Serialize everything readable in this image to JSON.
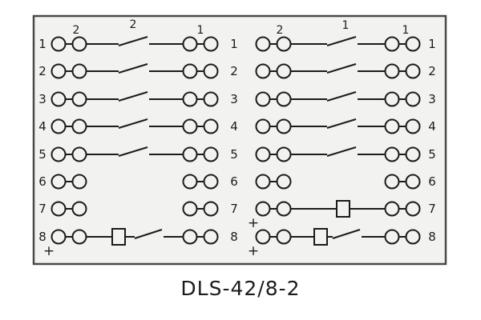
{
  "title": "DLS-42/8-2",
  "colors": {
    "page_bg": "#ffffff",
    "panel": "#f2f2f1",
    "panel_border": "#4a4a4a",
    "line": "#1c1c1c"
  },
  "terminal_numbers": [
    "1",
    "2",
    "3",
    "4",
    "5",
    "6",
    "7",
    "8"
  ],
  "blocks": [
    {
      "id": "left",
      "rows": [
        {
          "type": "switch",
          "tags": [
            {
              "pos": "c2",
              "t": "2"
            },
            {
              "pos": "sw",
              "t": "2"
            },
            {
              "pos": "c3",
              "t": "1"
            }
          ]
        },
        {
          "type": "switch"
        },
        {
          "type": "switch"
        },
        {
          "type": "switch"
        },
        {
          "type": "switch"
        },
        {
          "type": "open"
        },
        {
          "type": "open"
        },
        {
          "type": "box_switch",
          "plus": true
        }
      ]
    },
    {
      "id": "right",
      "rows": [
        {
          "type": "switch",
          "tags": [
            {
              "pos": "c2",
              "t": "2"
            },
            {
              "pos": "sw",
              "t": "1"
            },
            {
              "pos": "c3",
              "t": "1"
            }
          ]
        },
        {
          "type": "switch"
        },
        {
          "type": "switch"
        },
        {
          "type": "switch"
        },
        {
          "type": "switch"
        },
        {
          "type": "open"
        },
        {
          "type": "box",
          "plus": true
        },
        {
          "type": "box_switch",
          "plus": true
        }
      ]
    }
  ]
}
